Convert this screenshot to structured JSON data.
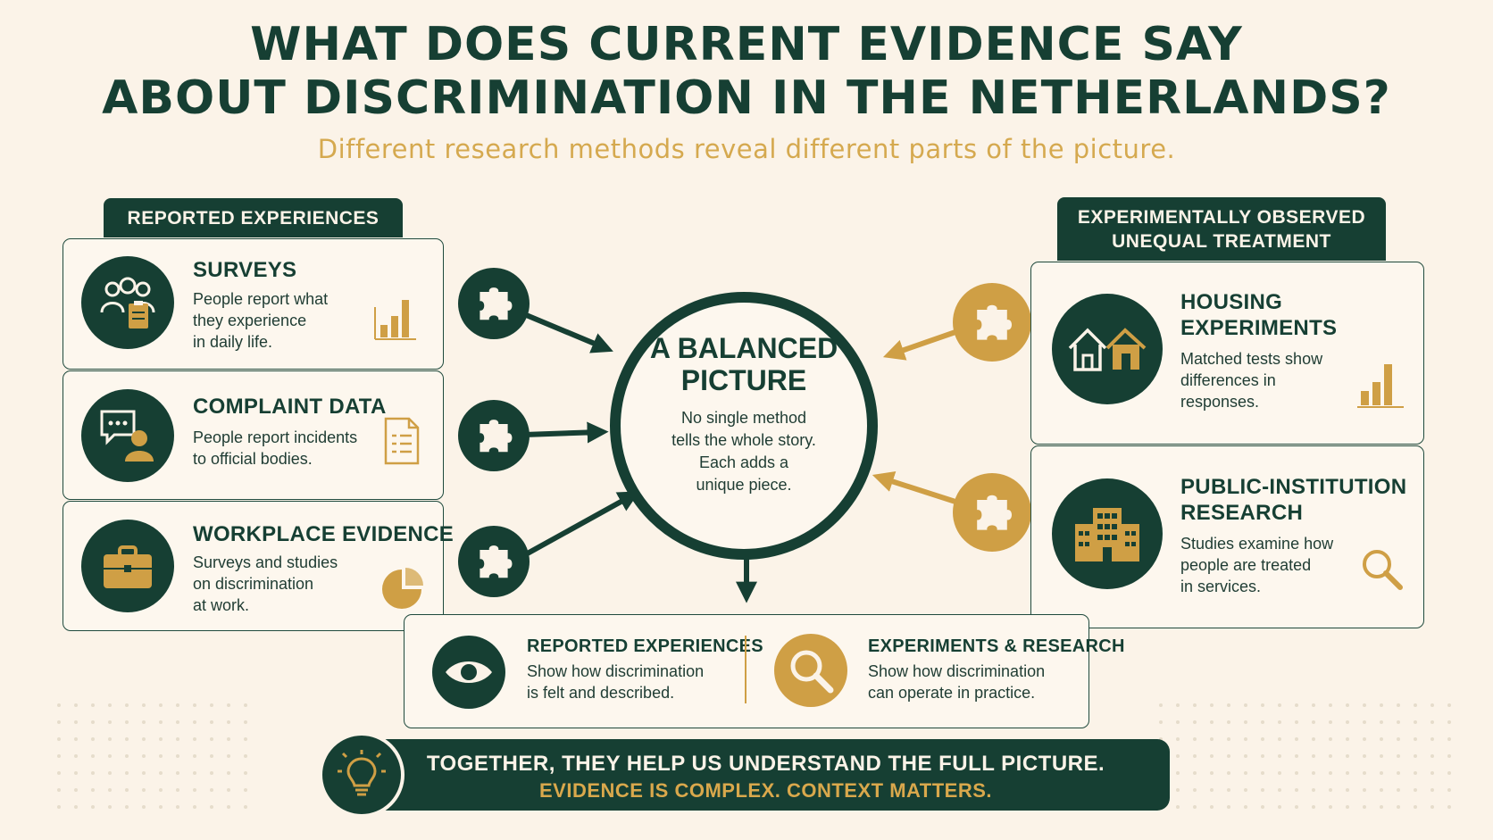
{
  "header": {
    "title_line1": "WHAT DOES CURRENT EVIDENCE SAY",
    "title_line2": "ABOUT DISCRIMINATION IN THE NETHERLANDS?",
    "subtitle": "Different research methods reveal different parts of the picture."
  },
  "left": {
    "tab_label": "REPORTED EXPERIENCES",
    "cards": [
      {
        "title": "SURVEYS",
        "desc": [
          "People report what",
          "they experience",
          "in daily life."
        ],
        "icon": "people-clipboard-icon",
        "side_icon": "bar-chart-icon"
      },
      {
        "title": "COMPLAINT DATA",
        "desc": [
          "People report incidents",
          "to official bodies."
        ],
        "icon": "speech-bubble-person-icon",
        "side_icon": "document-icon"
      },
      {
        "title": "WORKPLACE EVIDENCE",
        "desc": [
          "Surveys and studies",
          "on discrimination",
          "at work."
        ],
        "icon": "briefcase-icon",
        "side_icon": "pie-chart-icon"
      }
    ]
  },
  "right": {
    "tab_label_line1": "EXPERIMENTALLY OBSERVED",
    "tab_label_line2": "UNEQUAL TREATMENT",
    "cards": [
      {
        "title_line1": "HOUSING",
        "title_line2": "EXPERIMENTS",
        "desc": [
          "Matched tests show",
          "differences in",
          "responses."
        ],
        "icon": "houses-icon",
        "side_icon": "bar-chart-icon"
      },
      {
        "title_line1": "PUBLIC-INSTITUTION",
        "title_line2": "RESEARCH",
        "desc": [
          "Studies examine how",
          "people are treated",
          "in services."
        ],
        "icon": "building-icon",
        "side_icon": "magnifier-icon"
      }
    ]
  },
  "center": {
    "title_line1": "A BALANCED",
    "title_line2": "PICTURE",
    "desc": [
      "No single method",
      "tells the whole story.",
      "Each adds a",
      "unique piece."
    ]
  },
  "summary": {
    "left_title": "REPORTED EXPERIENCES",
    "left_desc": [
      "Show how discrimination",
      "is felt and described."
    ],
    "right_title": "EXPERIMENTS & RESEARCH",
    "right_desc": [
      "Show how discrimination",
      "can operate in practice."
    ]
  },
  "banner": {
    "line1": "TOGETHER, THEY HELP US UNDERSTAND THE FULL PICTURE.",
    "line2": "EVIDENCE IS COMPLEX. CONTEXT MATTERS."
  },
  "colors": {
    "dark_green": "#163f33",
    "gold": "#cf9f45",
    "background": "#fbf3e8"
  }
}
